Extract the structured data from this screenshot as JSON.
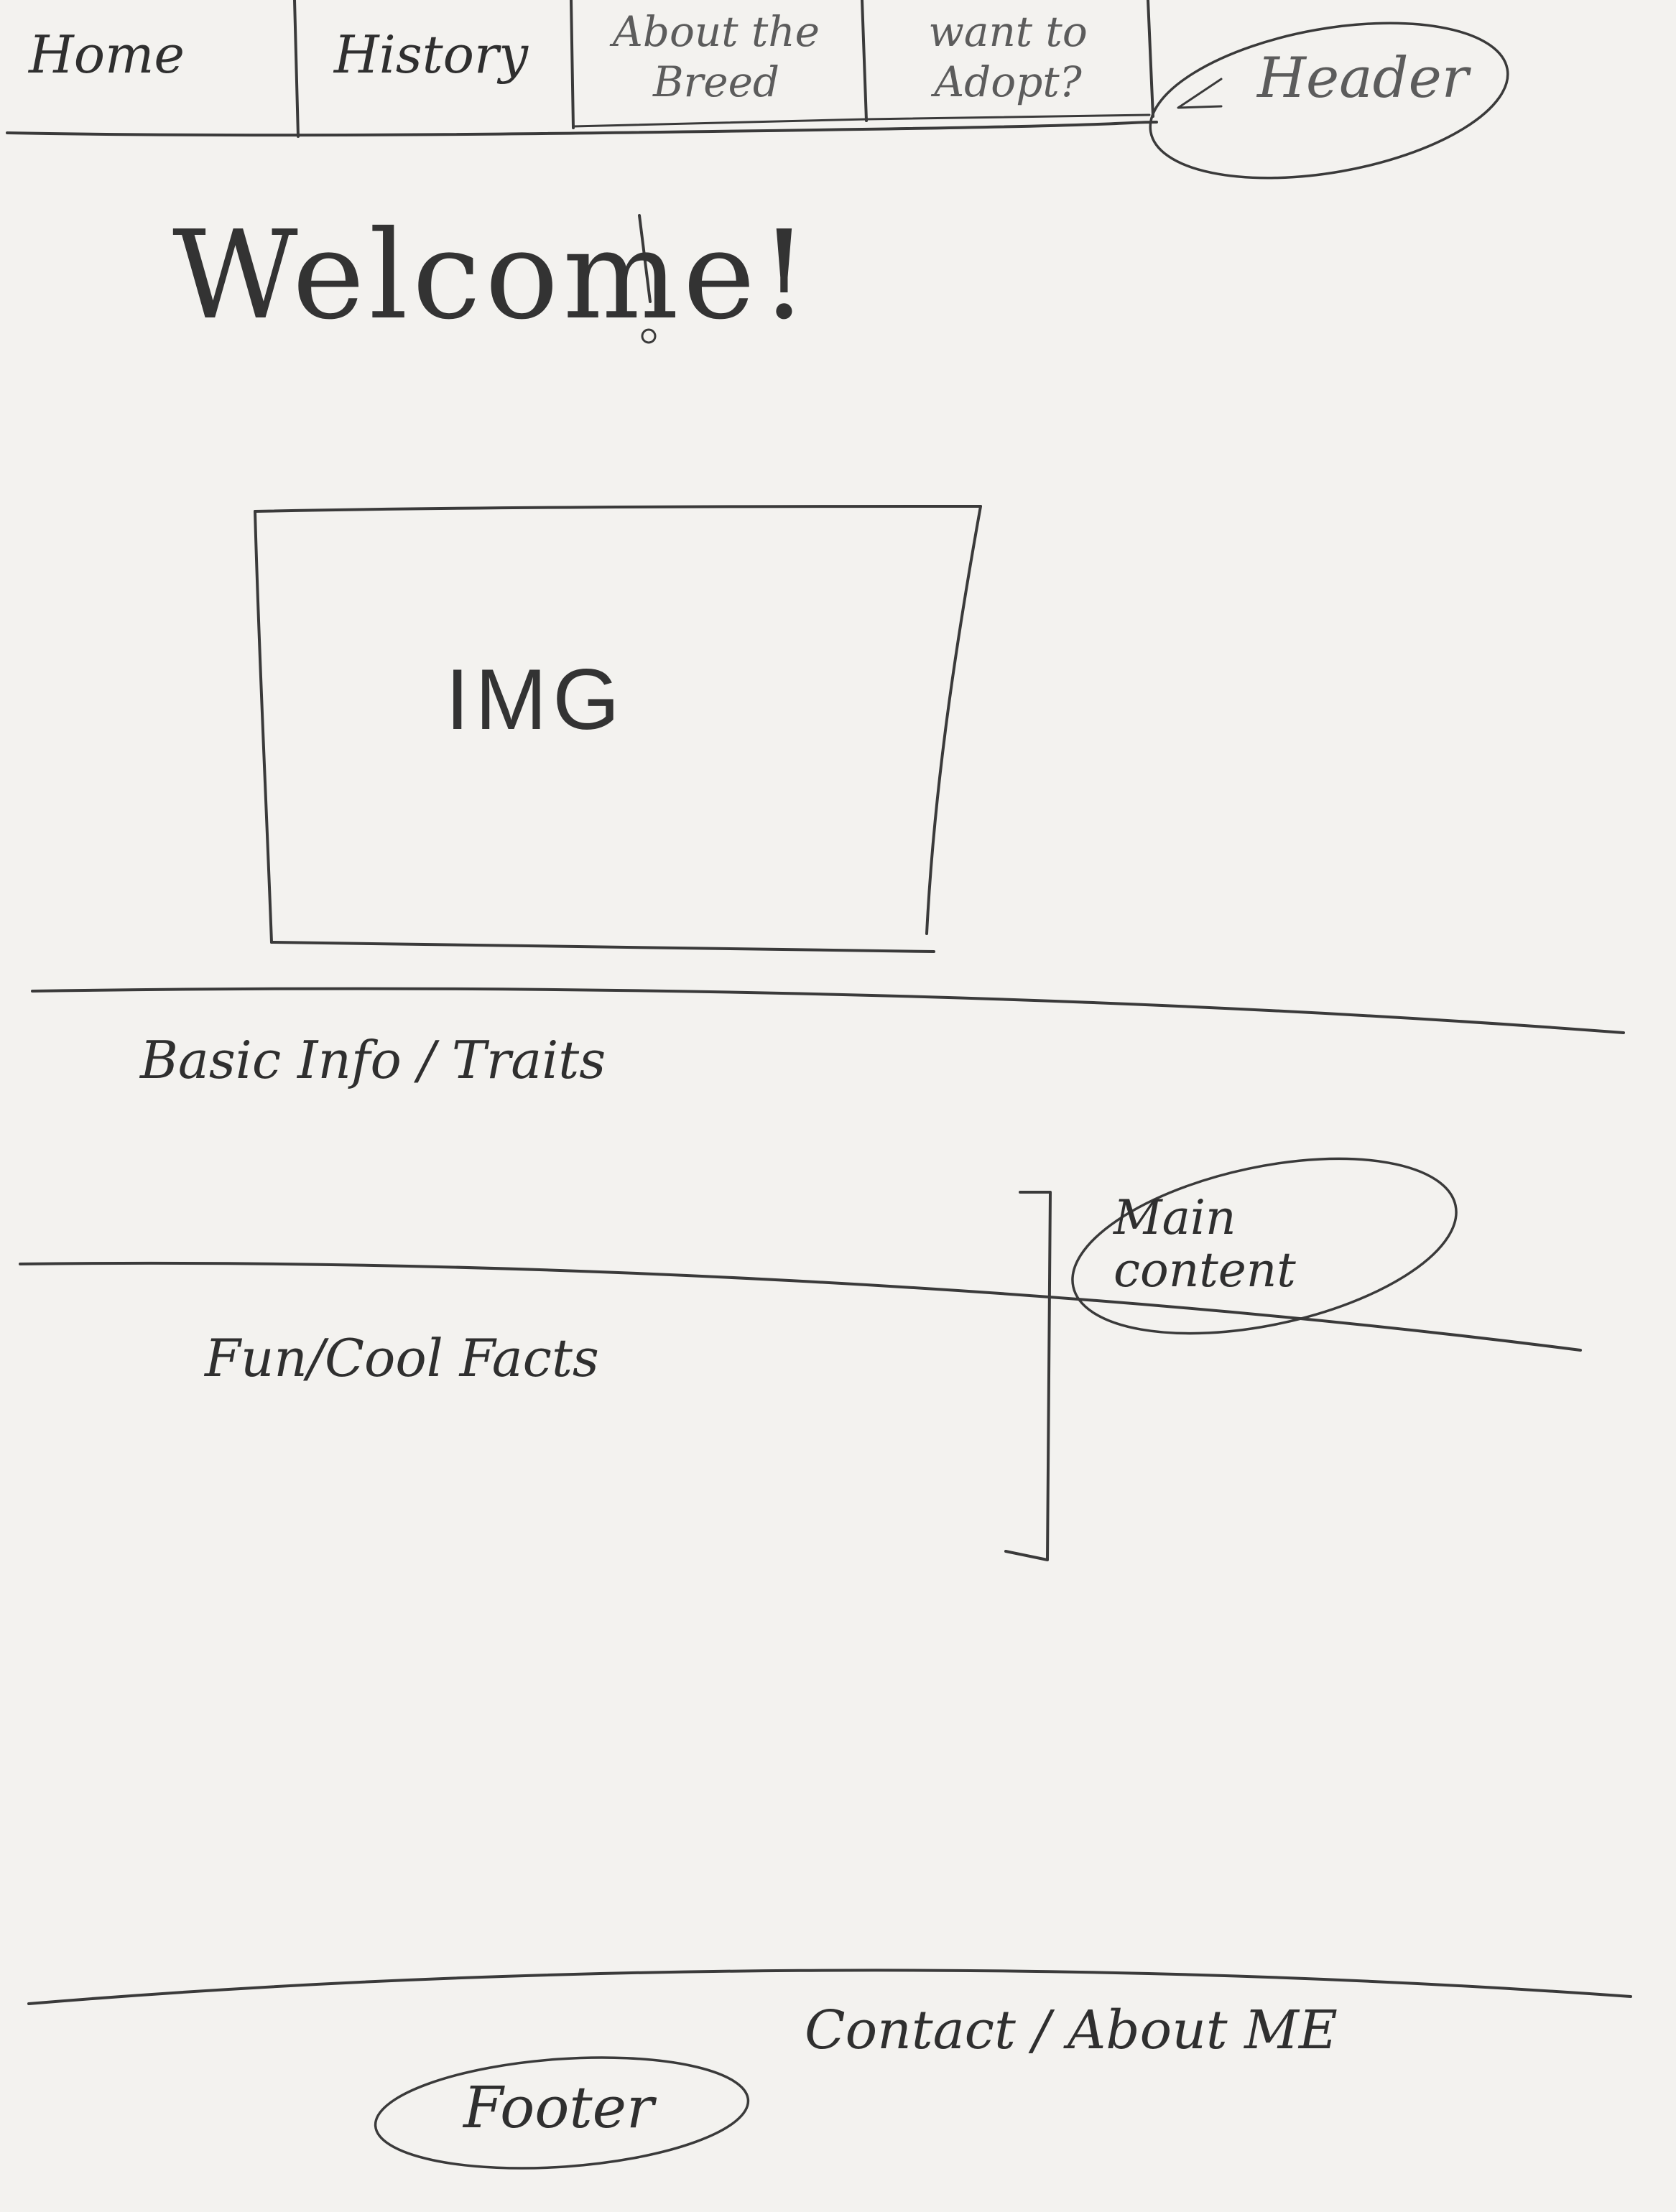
{
  "header": {
    "nav": [
      {
        "label": "Home"
      },
      {
        "label": "History"
      },
      {
        "label": "About the Breed"
      },
      {
        "label": "want to Adopt?"
      }
    ],
    "annotation": "Header"
  },
  "main": {
    "welcome": "Welcome!",
    "image_placeholder": "IMG",
    "section_basic": "Basic Info / Traits",
    "section_facts": "Fun/Cool Facts",
    "annotation": "Main content"
  },
  "footer": {
    "contact": "Contact / About ME",
    "annotation": "Footer"
  },
  "colors": {
    "paper": "#f3f2ef",
    "pencil": "#3a3a3a"
  }
}
